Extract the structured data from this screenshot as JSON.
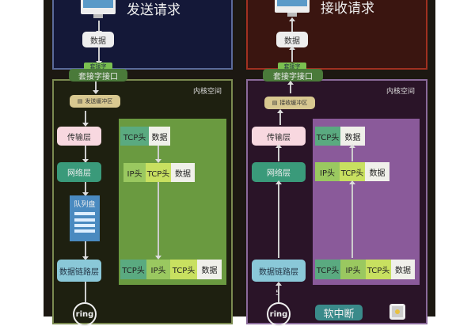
{
  "sender": {
    "title": "发送请求",
    "data": "数据",
    "socket_tag": "套接字",
    "socket": "套接字接口",
    "kernel": "内核空间",
    "buffer": "发送缓冲区",
    "layers": {
      "transport": "传输层",
      "network": "网络层",
      "queue": "队列盘",
      "datalink": "数据链路层"
    },
    "packets": {
      "row1": [
        "TCP头",
        "数据"
      ],
      "row2": [
        "IP头",
        "TCP头",
        "数据"
      ],
      "row3": [
        "TCP头",
        "IP头",
        "TCP头",
        "数据"
      ]
    },
    "ring": "ring"
  },
  "receiver": {
    "title": "接收请求",
    "data": "数据",
    "socket_tag": "套接字",
    "socket": "套接字接口",
    "kernel": "内核空间",
    "buffer": "接收缓冲区",
    "layers": {
      "transport": "传输层",
      "network": "网络层",
      "datalink": "数据链路层"
    },
    "packets": {
      "row1": [
        "TCP头",
        "数据"
      ],
      "row2": [
        "IP头",
        "TCP头",
        "数据"
      ],
      "row3": [
        "TCP头",
        "IP头",
        "TCP头",
        "数据"
      ]
    },
    "ring": "ring",
    "step": "5",
    "softirq": "软中断"
  },
  "colors": {
    "tcp": "#5aaa80",
    "ip": "#9ac860",
    "tcp2": "#c8e060",
    "data": "#f0f0ea",
    "sender_green": "#6a9a40",
    "receiver_purple": "#8a5a9a"
  }
}
